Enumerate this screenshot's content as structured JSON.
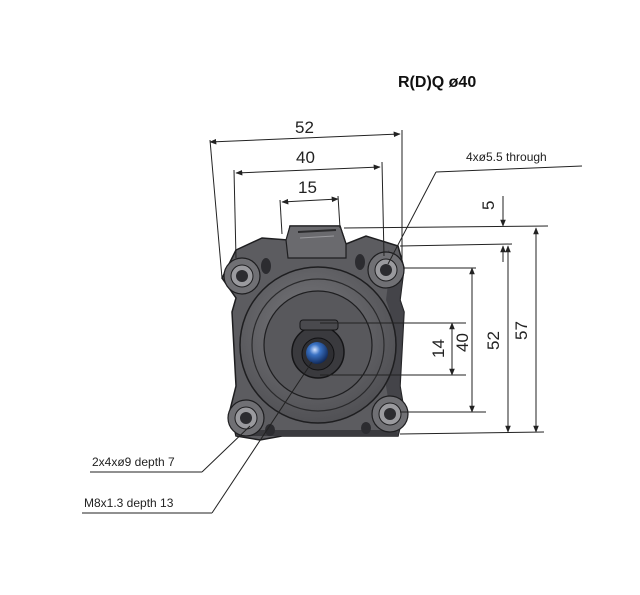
{
  "title": "R(D)Q  ø40",
  "dimensions": {
    "width_outer": "52",
    "width_bore": "40",
    "width_boss": "15",
    "height_top_offset": "5",
    "height_bore": "52",
    "height_total": "57",
    "rod_dia": "14",
    "bore_dia": "40"
  },
  "notes": {
    "through_holes": "4xø5.5 through",
    "counterbores": "2x4xø9 depth 7",
    "rod_thread": "M8x1.3  depth 13"
  },
  "colors": {
    "body": "#5e5e62",
    "body_dark": "#3f3f43",
    "body_light": "#8a8a8e",
    "rod_blue": "#2a5ea8"
  }
}
